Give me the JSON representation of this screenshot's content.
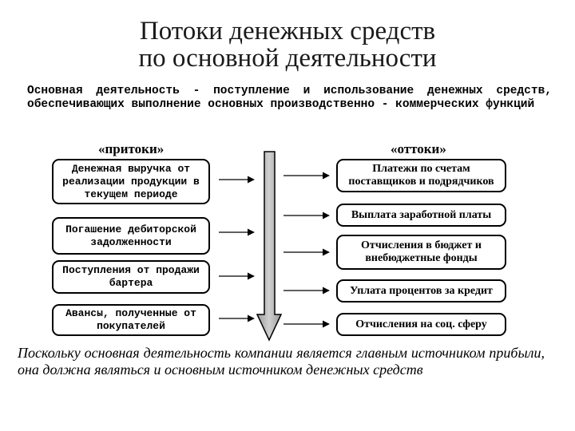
{
  "title": {
    "line1": "Потоки денежных средств",
    "line2": "по основной деятельности"
  },
  "intro": "Основная деятельность - поступление и использование денежных средств, обеспечивающих выполнение основных производственно - коммерческих функций",
  "inflows": {
    "header": "«притоки»",
    "items": [
      "Денежная выручка от реализации продукции в текущем периоде",
      "Погашение дебиторской задолженности",
      "Поступления от продажи бартера",
      "Авансы, полученные от покупателей"
    ]
  },
  "outflows": {
    "header": "«оттоки»",
    "items": [
      "Платежи по счетам поставщиков и подрядчиков",
      "Выплата заработной платы",
      "Отчисления в бюджет и внебюджетные фонды",
      "Уплата процентов за кредит",
      "Отчисления на соц. сферу"
    ]
  },
  "conclusion": "Поскольку основная деятельность компании является главным источником прибыли, она должна являться и основным источником денежных средств"
}
